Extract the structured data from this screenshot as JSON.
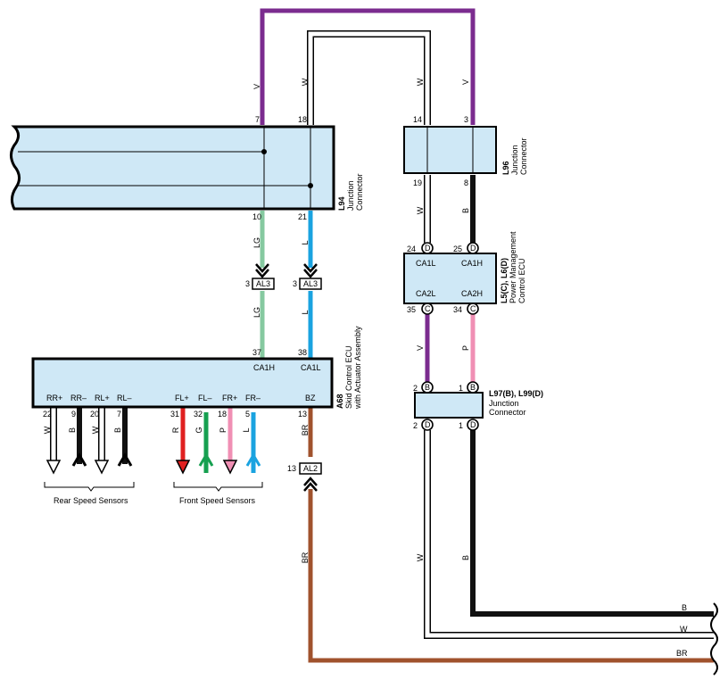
{
  "colors": {
    "V": "#7b2c8f",
    "W": "#ffffff",
    "B": "#111111",
    "LG": "#86c9a0",
    "L": "#1aa3e0",
    "P": "#f08fb4",
    "R": "#e02020",
    "G": "#16a050",
    "BR": "#a0522d",
    "connector_fill": "#cfe8f6"
  },
  "wire_labels": {
    "v_top_left": "V",
    "w_top_left": "W",
    "w_top_right": "W",
    "v_top_right": "V",
    "lg_upper": "LG",
    "l_upper": "L",
    "lg_lower": "LG",
    "l_lower": "L",
    "w_l96": "W",
    "b_l96": "B",
    "v_ecu": "V",
    "p_ecu": "P",
    "br_short": "BR",
    "br_long": "BR",
    "w_long": "W",
    "b_long": "B",
    "b_out": "B",
    "w_out": "W",
    "br_out": "BR"
  },
  "l94": {
    "name": "L94",
    "desc1": "Junction",
    "desc2": "Connector",
    "pin_7": "7",
    "pin_18": "18",
    "pin_10": "10",
    "pin_21": "21"
  },
  "l96": {
    "name": "L96",
    "desc1": "Junction",
    "desc2": "Connector",
    "pin_14": "14",
    "pin_3": "3",
    "pin_19": "19",
    "pin_8": "8"
  },
  "power_ecu": {
    "name": "L5(C), L6(D)",
    "desc1": "Power Management",
    "desc2": "Control ECU",
    "pin_24": "24",
    "pin_25": "25",
    "pin_35": "35",
    "pin_34": "34",
    "letter_d": "D",
    "letter_c": "C",
    "term_ca1l": "CA1L",
    "term_ca1h": "CA1H",
    "term_ca2l": "CA2L",
    "term_ca2h": "CA2H"
  },
  "l97": {
    "name": "L97(B), L99(D)",
    "desc1": "Junction",
    "desc2": "Connector",
    "pin_2_top": "2",
    "pin_1_top": "1",
    "pin_2_bot": "2",
    "pin_1_bot": "1",
    "letter_b": "B",
    "letter_d": "D"
  },
  "al3": {
    "label": "AL3",
    "pin": "3"
  },
  "al2": {
    "label": "AL2",
    "pin": "13"
  },
  "a68": {
    "name": "A68",
    "desc1": "Skid Control ECU",
    "desc2": "with Actuator Assembly",
    "pin_37": "37",
    "pin_38": "38",
    "term_ca1h": "CA1H",
    "term_ca1l": "CA1L",
    "term_rrp": "RR+",
    "term_rrm": "RR–",
    "term_rlp": "RL+",
    "term_rlm": "RL–",
    "term_flp": "FL+",
    "term_flm": "FL–",
    "term_frp": "FR+",
    "term_frm": "FR–",
    "term_bz": "BZ",
    "pin_22": "22",
    "pin_9": "9",
    "pin_20": "20",
    "pin_7": "7",
    "pin_31": "31",
    "pin_32": "32",
    "pin_18": "18",
    "pin_5": "5",
    "pin_13": "13",
    "wc_22": "W",
    "wc_9": "B",
    "wc_20": "W",
    "wc_7": "B",
    "wc_31": "R",
    "wc_32": "G",
    "wc_18": "P",
    "wc_5": "L"
  },
  "groups": {
    "rear": "Rear Speed Sensors",
    "front": "Front Speed Sensors"
  }
}
